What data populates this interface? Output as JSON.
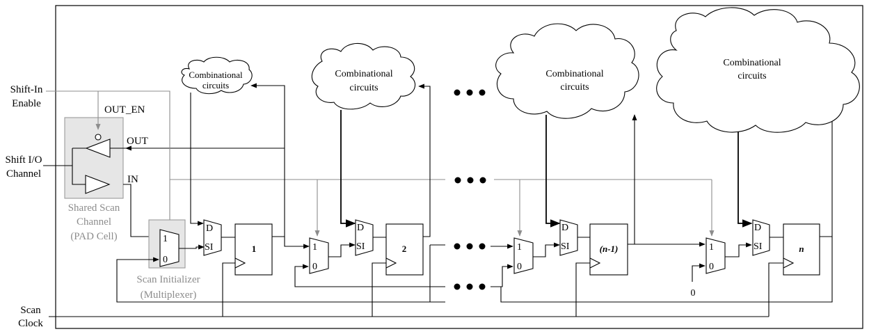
{
  "left_labels": {
    "shift_in_enable": [
      "Shift-In",
      "Enable"
    ],
    "shift_io_channel": [
      "Shift I/O",
      "Channel"
    ],
    "scan_clock": [
      "Scan",
      "Clock"
    ]
  },
  "pad_cell": {
    "out_en": "OUT_EN",
    "out": "OUT",
    "in": "IN",
    "caption": [
      "Shared Scan",
      "Channel",
      "(PAD Cell)"
    ]
  },
  "scan_initializer": {
    "caption": [
      "Scan Initializer",
      "(Multiplexer)"
    ]
  },
  "mux": {
    "in1": "1",
    "in0": "0"
  },
  "scan_mux": {
    "d": "D",
    "si": "SI"
  },
  "registers": [
    "1",
    "2",
    "(n-1)",
    "n"
  ],
  "clouds": [
    [
      "Combinational",
      "circuits"
    ],
    [
      "Combinational",
      "circuits"
    ],
    [
      "Combinational",
      "circuits"
    ],
    [
      "Combinational",
      "circuits"
    ]
  ],
  "constant_zero": "0"
}
